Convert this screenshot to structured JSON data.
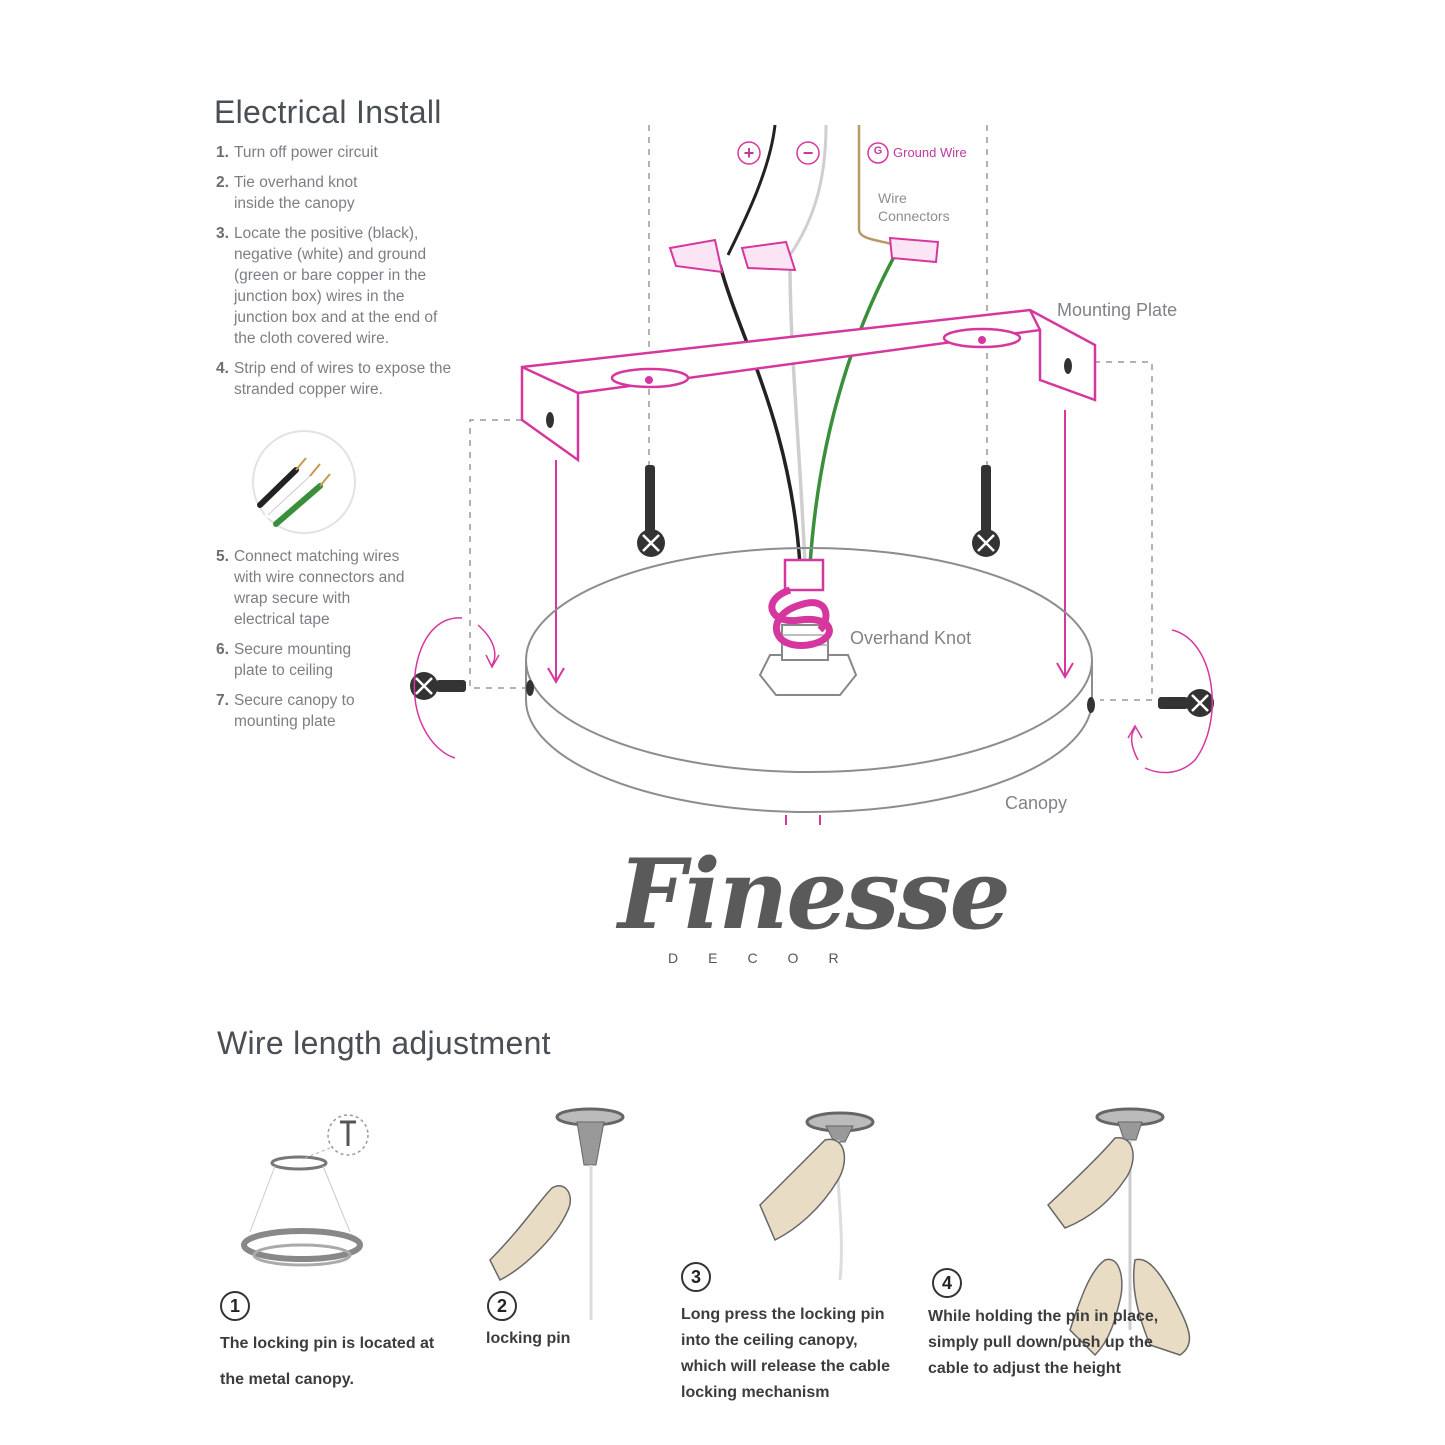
{
  "electrical": {
    "title": "Electrical Install",
    "steps": [
      {
        "num": "1.",
        "text": "Turn off power circuit"
      },
      {
        "num": "2.",
        "text": "Tie overhand knot inside the canopy"
      },
      {
        "num": "3.",
        "text": "Locate the positive (black), negative (white) and ground (green or bare copper in the junction box) wires in the junction box and at the end of the cloth covered wire."
      },
      {
        "num": "4.",
        "text": "Strip end of wires to expose the stranded copper wire."
      },
      {
        "num": "5.",
        "text": "Connect matching wires with wire connectors and wrap secure with electrical tape"
      },
      {
        "num": "6.",
        "text": "Secure mounting plate to ceiling"
      },
      {
        "num": "7.",
        "text": "Secure canopy to mounting plate"
      }
    ],
    "labels": {
      "plus": "+",
      "minus": "−",
      "ground_badge": "G",
      "ground_wire": "Ground Wire",
      "wire_connectors": "Wire Connectors",
      "mounting_plate": "Mounting Plate",
      "overhand_knot": "Overhand Knot",
      "canopy": "Canopy"
    },
    "colors": {
      "accent": "#d6379f",
      "black_wire": "#222222",
      "green_wire": "#3a8f3a",
      "white_wire": "#c9c9c9",
      "tan_wire": "#b79a6a"
    }
  },
  "logo": {
    "main": "Finesse",
    "sub": "DECOR"
  },
  "wire_length": {
    "title": "Wire length adjustment",
    "steps": [
      {
        "num": "1",
        "text": "The locking pin is located at the metal canopy."
      },
      {
        "num": "2",
        "text": "locking pin"
      },
      {
        "num": "3",
        "text": "Long press the locking pin into the ceiling canopy, which will release the cable locking mechanism"
      },
      {
        "num": "4",
        "text": "While holding the pin in place, simply pull down/push up the cable to adjust the height"
      }
    ]
  }
}
